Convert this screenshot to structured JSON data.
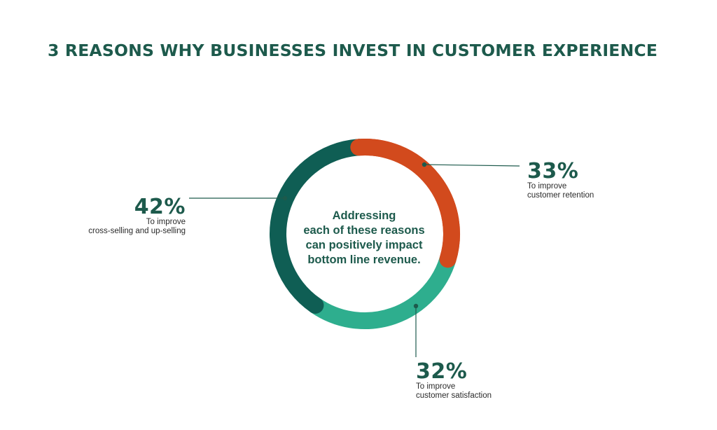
{
  "title": "3 REASONS WHY BUSINESSES INVEST IN CUSTOMER EXPERIENCE",
  "center_text": {
    "lines": [
      "Addressing",
      "each of these reasons",
      "can positively impact",
      "bottom line revenue."
    ]
  },
  "colors": {
    "title": "#1d5a4c",
    "cross_selling": "#0f5e54",
    "retention": "#d24a1d",
    "satisfaction": "#2eae8e",
    "callout_line": "#1d5a4c"
  },
  "chart_data": {
    "type": "pie",
    "donut": true,
    "title": "3 REASONS WHY BUSINESSES INVEST IN CUSTOMER EXPERIENCE",
    "series": [
      {
        "name": "To improve customer retention",
        "value": 33,
        "label": "33%",
        "desc_lines": [
          "To improve",
          "customer retention"
        ],
        "color": "#d24a1d"
      },
      {
        "name": "To improve customer satisfaction",
        "value": 32,
        "label": "32%",
        "desc_lines": [
          "To improve",
          "customer satisfaction"
        ],
        "color": "#2eae8e"
      },
      {
        "name": "To improve cross-selling and up-selling",
        "value": 42,
        "label": "42%",
        "desc_lines": [
          "To improve",
          "cross-selling and up-selling"
        ],
        "color": "#0f5e54"
      }
    ],
    "legend": "none"
  }
}
